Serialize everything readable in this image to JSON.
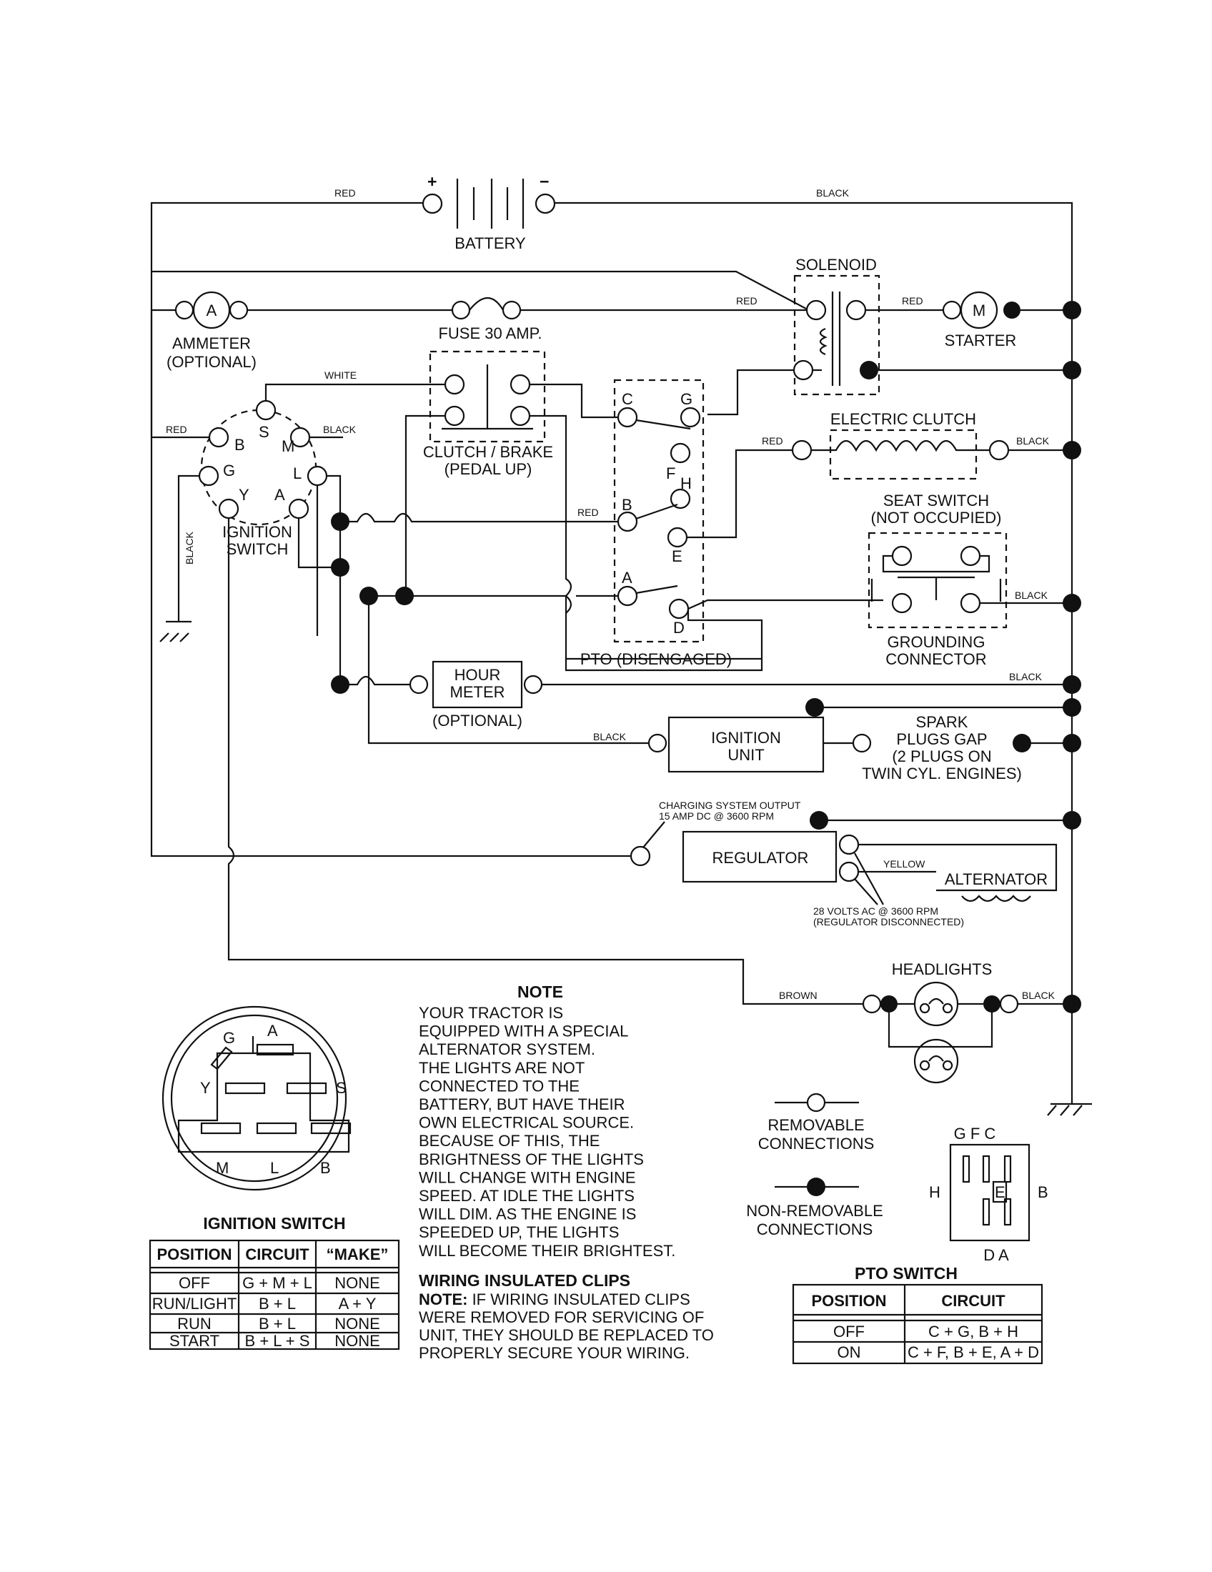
{
  "components": {
    "battery": "BATTERY",
    "battery_plus": "+",
    "battery_minus": "−",
    "ammeter": "AMMETER",
    "ammeter_optional": "(OPTIONAL)",
    "ammeter_symbol": "A",
    "fuse": "FUSE 30 AMP.",
    "solenoid": "SOLENOID",
    "starter": "STARTER",
    "starter_symbol": "M",
    "electric_clutch": "ELECTRIC CLUTCH",
    "clutch_brake": "CLUTCH / BRAKE",
    "clutch_brake_state": "(PEDAL UP)",
    "seat_switch": "SEAT SWITCH",
    "seat_switch_state": "(NOT OCCUPIED)",
    "grounding_1": "GROUNDING",
    "grounding_2": "CONNECTOR",
    "ignition_switch_1": "IGNITION",
    "ignition_switch_2": "SWITCH",
    "pto": "PTO (DISENGAGED)",
    "hour_meter_1": "HOUR",
    "hour_meter_2": "METER",
    "hour_meter_optional": "(OPTIONAL)",
    "ignition_unit_1": "IGNITION",
    "ignition_unit_2": "UNIT",
    "spark_plugs": [
      "SPARK",
      "PLUGS GAP",
      "(2 PLUGS ON",
      "TWIN CYL. ENGINES)"
    ],
    "charging_output": [
      "CHARGING SYSTEM OUTPUT",
      "15 AMP DC @ 3600 RPM"
    ],
    "regulator": "REGULATOR",
    "alternator": "ALTERNATOR",
    "alternator_ac": [
      "28 VOLTS AC @ 3600 RPM",
      "(REGULATOR DISCONNECTED)"
    ],
    "headlights": "HEADLIGHTS"
  },
  "wire_colors": {
    "red": "RED",
    "black": "BLACK",
    "white": "WHITE",
    "yellow": "YELLOW",
    "brown": "BROWN"
  },
  "terminals": {
    "ignition": [
      "B",
      "S",
      "M",
      "G",
      "L",
      "Y",
      "A"
    ],
    "pto": [
      "C",
      "G",
      "F",
      "H",
      "B",
      "E",
      "A",
      "D"
    ]
  },
  "note": {
    "title": "NOTE",
    "lines": [
      "YOUR TRACTOR IS",
      "EQUIPPED WITH A SPECIAL",
      "ALTERNATOR SYSTEM.",
      "THE LIGHTS ARE NOT",
      "CONNECTED TO THE",
      "BATTERY, BUT HAVE THEIR",
      "OWN ELECTRICAL SOURCE.",
      "BECAUSE OF THIS, THE",
      "BRIGHTNESS OF THE LIGHTS",
      "WILL CHANGE WITH ENGINE",
      "SPEED.  AT IDLE THE LIGHTS",
      "WILL DIM.  AS THE ENGINE IS",
      "SPEEDED UP, THE LIGHTS",
      "WILL BECOME THEIR BRIGHTEST."
    ]
  },
  "clips": {
    "title": "WIRING INSULATED CLIPS",
    "note_label": "NOTE:",
    "lines": [
      " IF WIRING INSULATED CLIPS",
      "WERE REMOVED FOR SERVICING OF",
      "UNIT, THEY SHOULD BE REPLACED TO",
      "PROPERLY SECURE YOUR WIRING."
    ]
  },
  "legend": {
    "removable": [
      "REMOVABLE",
      "CONNECTIONS"
    ],
    "non_removable": [
      "NON-REMOVABLE",
      "CONNECTIONS"
    ]
  },
  "ignition_face": {
    "title": "IGNITION SWITCH",
    "letters": [
      "G",
      "A",
      "Y",
      "S",
      "M",
      "L",
      "B"
    ]
  },
  "pto_face": {
    "title": "PTO SWITCH",
    "letters": [
      "G F C",
      "H",
      "E",
      "B",
      "D A"
    ]
  },
  "ignition_table": {
    "headers": [
      "POSITION",
      "CIRCUIT",
      "“MAKE”"
    ],
    "rows": [
      [
        "OFF",
        "G + M + L",
        "NONE"
      ],
      [
        "RUN/LIGHT",
        "B + L",
        "A + Y"
      ],
      [
        "RUN",
        "B + L",
        "NONE"
      ],
      [
        "START",
        "B + L + S",
        "NONE"
      ]
    ]
  },
  "pto_table": {
    "headers": [
      "POSITION",
      "CIRCUIT"
    ],
    "rows": [
      [
        "OFF",
        "C + G, B + H"
      ],
      [
        "ON",
        "C + F, B + E, A + D"
      ]
    ]
  }
}
